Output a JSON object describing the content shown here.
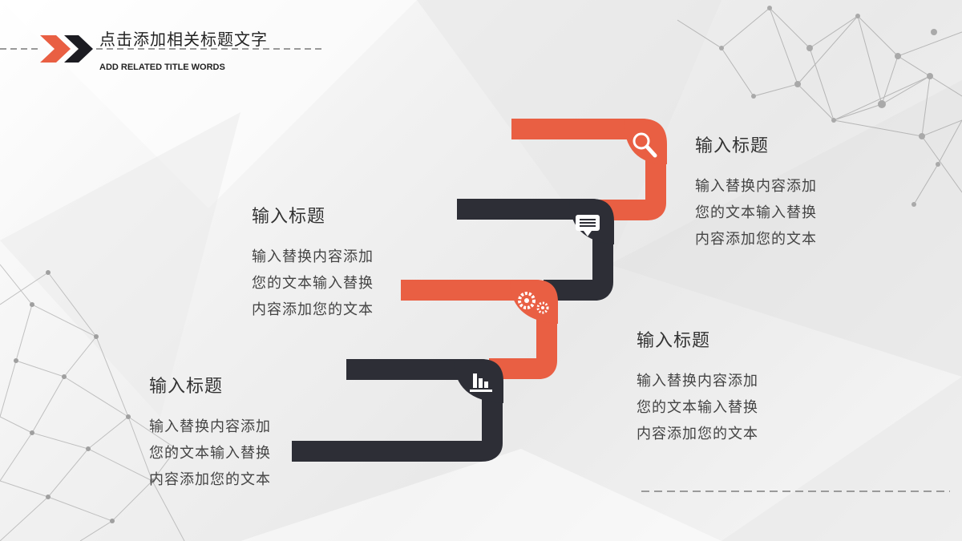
{
  "header": {
    "title": "点击添加相关标题文字",
    "subtitle": "ADD RELATED TITLE WORDS"
  },
  "colors": {
    "accent": "#e95f43",
    "dark": "#2d2e36"
  },
  "blocks": [
    {
      "icon": "search-icon",
      "title": "输入标题",
      "lines": [
        "输入替换内容添加",
        "您的文本输入替换",
        "内容添加您的文本"
      ]
    },
    {
      "icon": "chat-icon",
      "title": "输入标题",
      "lines": [
        "输入替换内容添加",
        "您的文本输入替换",
        "内容添加您的文本"
      ]
    },
    {
      "icon": "gears-icon",
      "title": "输入标题",
      "lines": [
        "输入替换内容添加",
        "您的文本输入替换",
        "内容添加您的文本"
      ]
    },
    {
      "icon": "bar-chart-icon",
      "title": "输入标题",
      "lines": [
        "输入替换内容添加",
        "您的文本输入替换",
        "内容添加您的文本"
      ]
    }
  ]
}
